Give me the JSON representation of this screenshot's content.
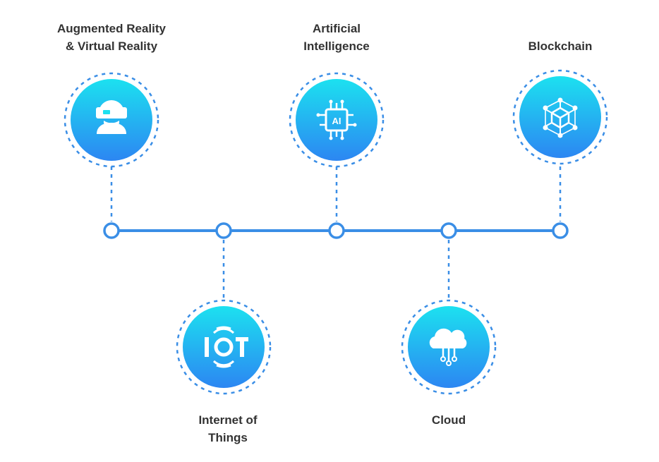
{
  "colors": {
    "line": "#3a8ee6",
    "dash": "#3a8ee6",
    "gradient_top": "#1ce1f0",
    "gradient_bottom": "#2c86f2",
    "icon": "#ffffff",
    "text": "#333333",
    "node_fill": "#ffffff"
  },
  "items": [
    {
      "id": "ar-vr",
      "lines": [
        "Augmented Reality",
        "& Virtual Reality"
      ],
      "icon": "vr-headset-icon",
      "side": "top"
    },
    {
      "id": "iot",
      "lines": [
        "Internet of",
        "Things"
      ],
      "icon": "iot-icon",
      "icon_text": "IOT",
      "side": "bottom"
    },
    {
      "id": "ai",
      "lines": [
        "Artificial",
        "Intelligence"
      ],
      "icon": "ai-chip-icon",
      "icon_text": "AI",
      "side": "top"
    },
    {
      "id": "cloud",
      "lines": [
        "Cloud"
      ],
      "icon": "cloud-icon",
      "side": "bottom"
    },
    {
      "id": "blockchain",
      "lines": [
        "Blockchain"
      ],
      "icon": "blockchain-cube-icon",
      "side": "top"
    }
  ]
}
